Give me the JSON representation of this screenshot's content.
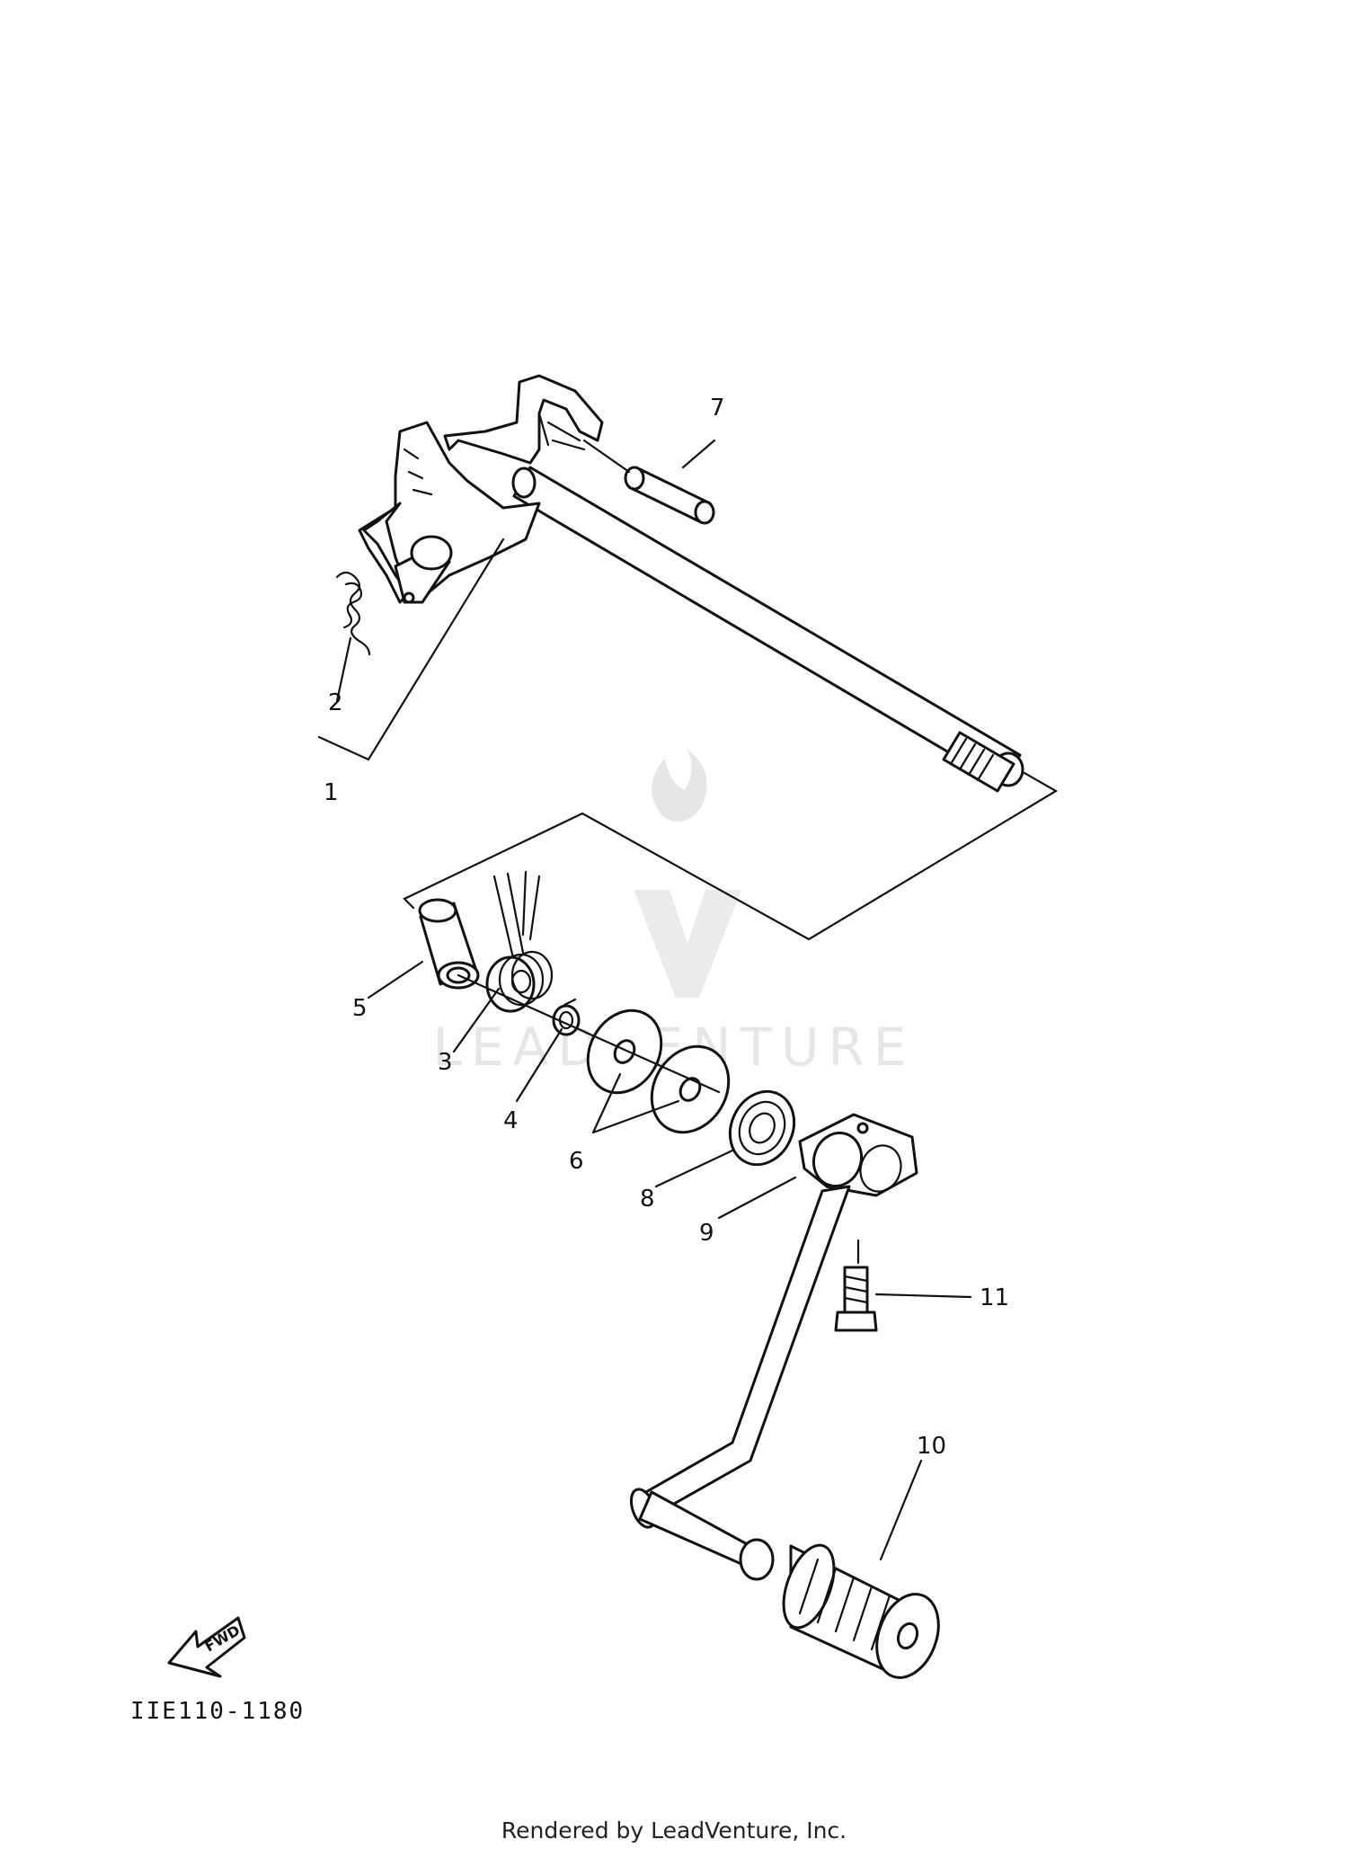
{
  "diagram": {
    "callouts": [
      "1",
      "2",
      "3",
      "4",
      "5",
      "6",
      "7",
      "8",
      "9",
      "10",
      "11"
    ],
    "fwd_label": "FWD",
    "drawing_code": "IIE110-1180"
  },
  "watermark": {
    "text": "LEADVENTURE",
    "color": "#e6e6e6"
  },
  "footer": {
    "text": "Rendered by LeadVenture, Inc."
  }
}
